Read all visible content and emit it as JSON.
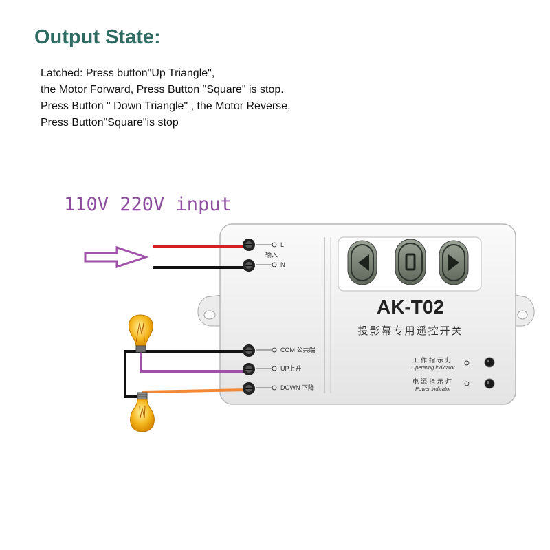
{
  "heading": "Output State:",
  "description": [
    "Latched: Press button\"Up  Triangle\",",
    "the Motor Forward, Press Button \"Square\" is stop.",
    "Press Button \" Down Triangle\"  , the Motor Reverse,",
    "Press Button\"Square\"is stop"
  ],
  "input_label": "110V 220V input",
  "device": {
    "model": "AK-T02",
    "name_cn": "投影幕专用遥控开关",
    "terminals": {
      "l": "L",
      "input_cn": "输入",
      "n": "N",
      "com": "COM 公共端",
      "up": "UP上升",
      "down": "DOWN 下降"
    },
    "indicators": [
      {
        "cn": "工作指示灯",
        "en": "Operating indicator"
      },
      {
        "cn": "电源指示灯",
        "en": "Power indicator"
      }
    ],
    "buttons": [
      "left-triangle",
      "square",
      "right-triangle"
    ]
  },
  "colors": {
    "heading": "#2f6b60",
    "live_wire": "#d62020",
    "neutral_wire": "#111111",
    "up_wire": "#a050a8",
    "down_wire": "#f08838",
    "arrow": "#a050a8",
    "bulb": "#f0a810"
  }
}
